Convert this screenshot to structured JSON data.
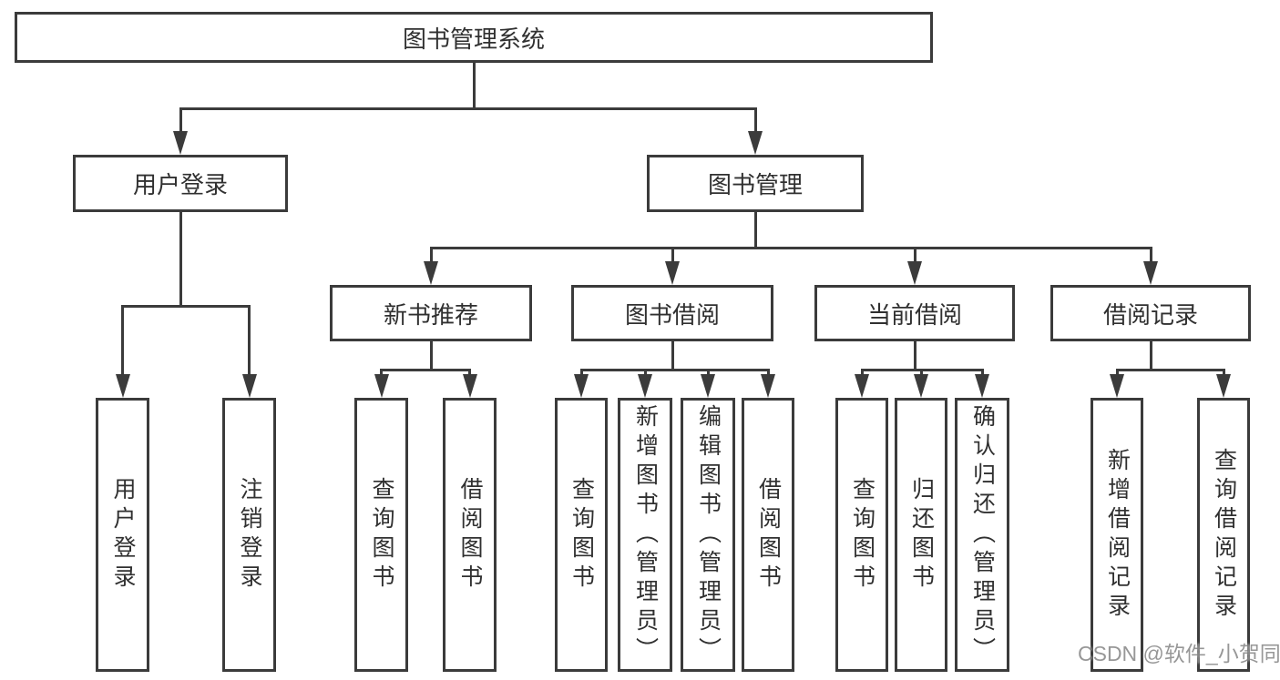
{
  "diagram": {
    "type": "hierarchy-flowchart",
    "background": "#ffffff",
    "line_color": "#3b3b3b",
    "box_border_color": "#3b3b3b",
    "text_color": "#303030",
    "watermark_color": "#7d7d7d"
  },
  "tree": {
    "root": {
      "label": "图书管理系统",
      "children": [
        {
          "label": "用户登录",
          "children": [
            {
              "label": "用户登录"
            },
            {
              "label": "注销登录"
            }
          ]
        },
        {
          "label": "图书管理",
          "children": [
            {
              "label": "新书推荐",
              "children": [
                {
                  "label": "查询图书"
                },
                {
                  "label": "借阅图书"
                }
              ]
            },
            {
              "label": "图书借阅",
              "children": [
                {
                  "label": "查询图书"
                },
                {
                  "label": "新增图书（管理员）"
                },
                {
                  "label": "编辑图书（管理员）"
                },
                {
                  "label": "借阅图书"
                }
              ]
            },
            {
              "label": "当前借阅",
              "children": [
                {
                  "label": "查询图书"
                },
                {
                  "label": "归还图书"
                },
                {
                  "label": "确认归还（管理员）"
                }
              ]
            },
            {
              "label": "借阅记录",
              "children": [
                {
                  "label": "新增借阅记录"
                },
                {
                  "label": "查询借阅记录"
                }
              ]
            }
          ]
        }
      ]
    }
  },
  "watermark": {
    "text": "CSDN @软件_小贺同学"
  }
}
